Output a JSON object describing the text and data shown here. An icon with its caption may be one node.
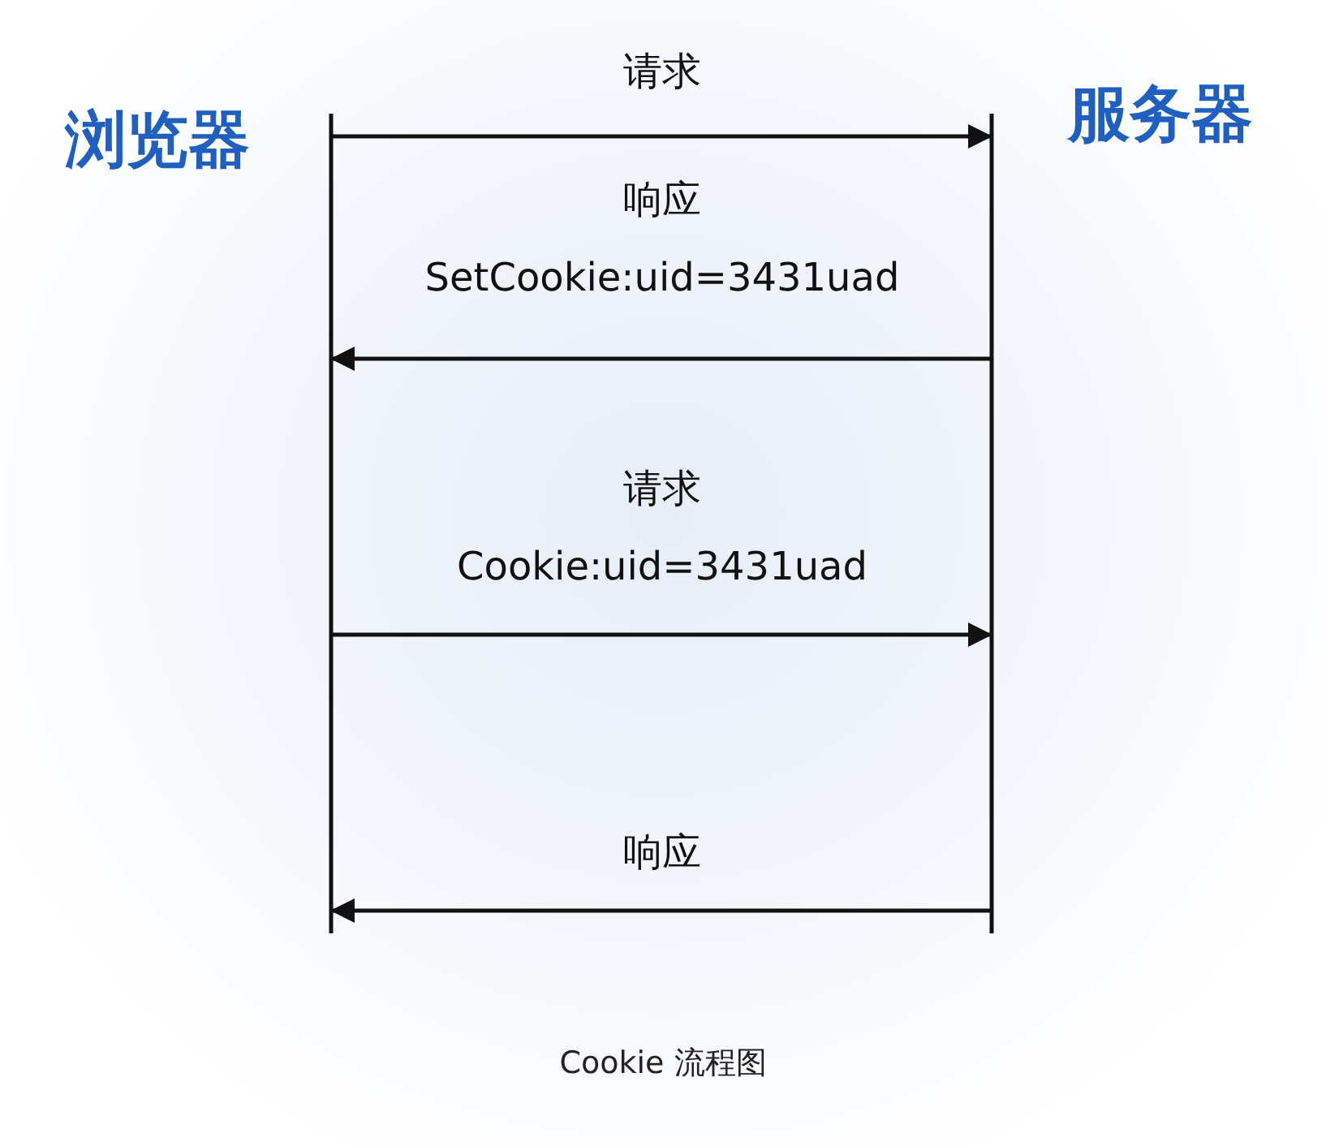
{
  "diagram": {
    "caption": "Cookie 流程图",
    "nodes": [
      {
        "text": [
          "浏览器"
        ]
      },
      {
        "text": [
          "服务器"
        ]
      }
    ],
    "edges": [
      {
        "from": 0,
        "to": 1,
        "arrow": "to",
        "label": "请求"
      },
      {
        "from": 1,
        "to": 0,
        "arrow": "to",
        "label": "响应 SetCookie:uid=3431uad"
      },
      {
        "from": 0,
        "to": 1,
        "arrow": "to",
        "label": "请求 Cookie:uid=3431uad"
      },
      {
        "from": 1,
        "to": 0,
        "arrow": "to",
        "label": "响应"
      }
    ]
  }
}
